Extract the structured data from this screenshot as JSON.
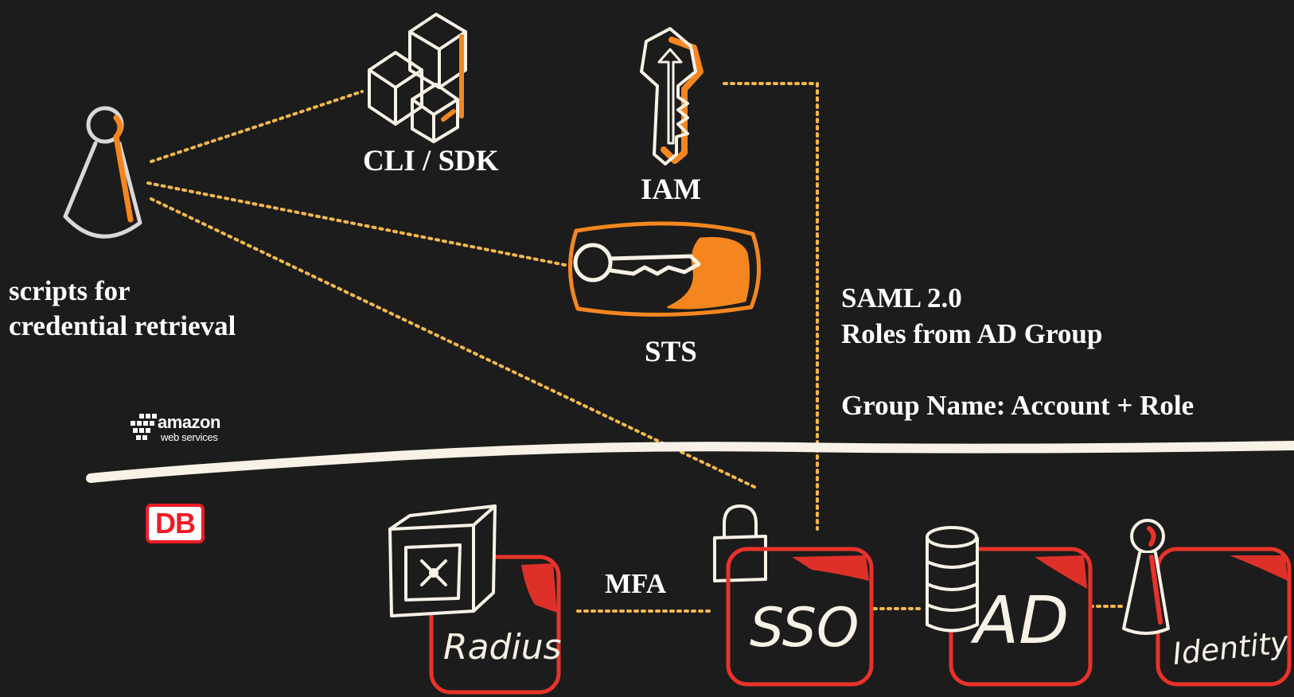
{
  "labels": {
    "scripts": "scripts for\ncredential retrieval",
    "cli_sdk": "CLI / SDK",
    "iam": "IAM",
    "sts": "STS",
    "saml": "SAML 2.0\nRoles from AD Group\n\nGroup Name: Account + Role",
    "mfa": "MFA",
    "radius": "Radius",
    "sso": "SSO",
    "ad": "AD",
    "identity": "Identity"
  },
  "logos": {
    "aws_line1": "amazon",
    "aws_line2": "web services",
    "db": "DB"
  },
  "colors": {
    "background": "#1c1c1c",
    "sketch_white": "#f8f2e6",
    "orange": "#f5861f",
    "red": "#e8322a",
    "connector": "#f2b84b",
    "db_red": "#ec1c24"
  },
  "icons": [
    "user-icon",
    "cubes-icon",
    "key-icon",
    "token-icon",
    "lock-icon",
    "safe-icon",
    "database-icon",
    "identity-user-icon"
  ]
}
